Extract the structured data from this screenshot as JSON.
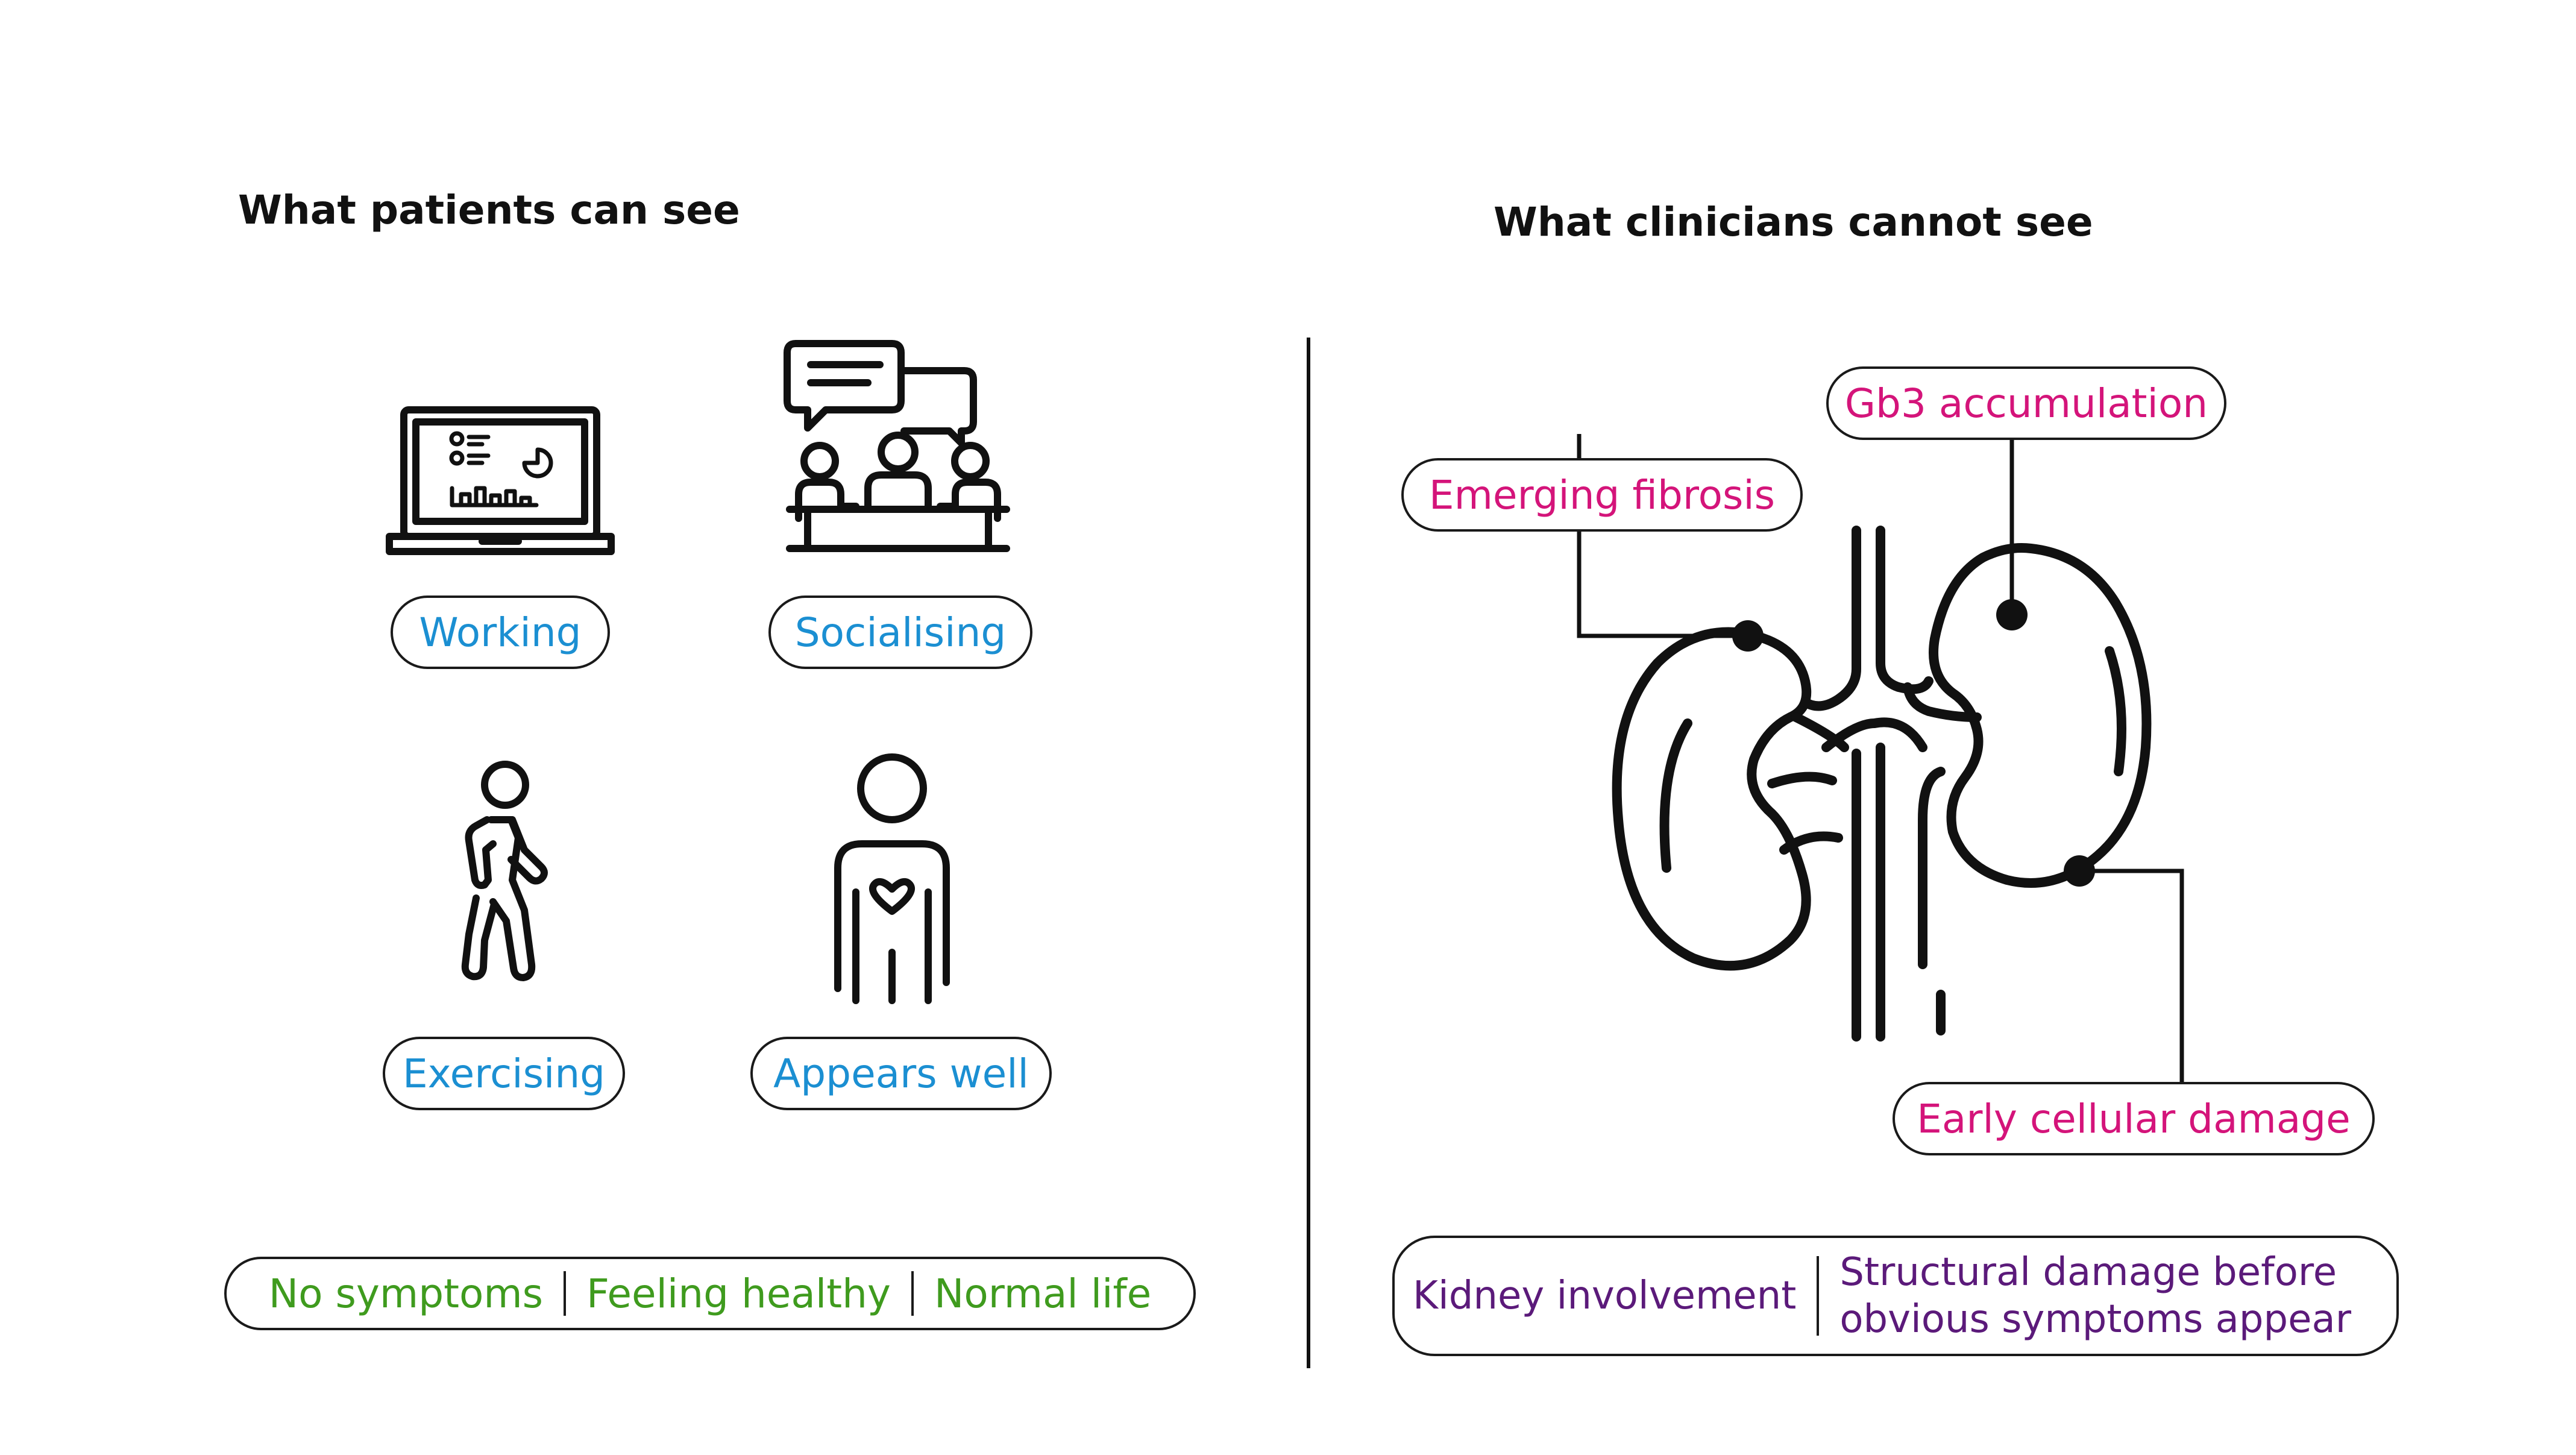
{
  "left": {
    "heading": "What patients can see",
    "activities": [
      {
        "label": "Working",
        "icon": "laptop-icon"
      },
      {
        "label": "Socialising",
        "icon": "meeting-chat-icon"
      },
      {
        "label": "Exercising",
        "icon": "walking-person-icon"
      },
      {
        "label": "Appears well",
        "icon": "person-heart-icon"
      }
    ],
    "summary": [
      "No symptoms",
      "Feeling healthy",
      "Normal life"
    ]
  },
  "right": {
    "heading": "What clinicians cannot see",
    "callouts": {
      "gb3": "Gb3 accumulation",
      "fibrosis": "Emerging fibrosis",
      "cellular": "Early cellular damage"
    },
    "kidney_icon": "kidneys-icon",
    "summary": {
      "left": "Kidney involvement",
      "right_line1": "Structural damage before",
      "right_line2": "obvious symptoms appear"
    }
  },
  "colors": {
    "activity_text": "#1b8fd2",
    "callout_text": "#d4147a",
    "patient_summary_text": "#3f9b1e",
    "clinician_summary_text": "#5b1a7a",
    "outline": "#1a1a1a"
  }
}
